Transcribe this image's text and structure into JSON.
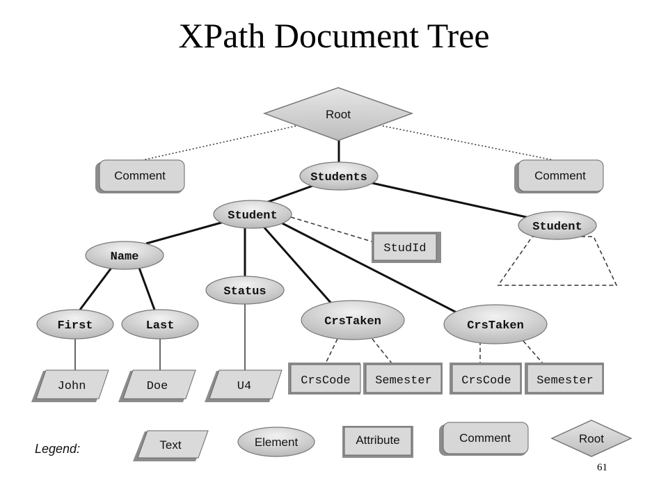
{
  "title": "XPath Document Tree",
  "page_number": "61",
  "nodes": {
    "root": "Root",
    "comment_left": "Comment",
    "comment_right": "Comment",
    "students": "Students",
    "student_1": "Student",
    "student_2": "Student",
    "studid": "StudId",
    "name": "Name",
    "status": "Status",
    "crstaken_1": "CrsTaken",
    "crstaken_2": "CrsTaken",
    "first": "First",
    "last": "Last",
    "john": "John",
    "doe": "Doe",
    "u4": "U4",
    "crscode_1": "CrsCode",
    "semester_1": "Semester",
    "crscode_2": "CrsCode",
    "semester_2": "Semester"
  },
  "legend": {
    "label": "Legend:",
    "text": "Text",
    "element": "Element",
    "attribute": "Attribute",
    "comment": "Comment",
    "root": "Root"
  }
}
